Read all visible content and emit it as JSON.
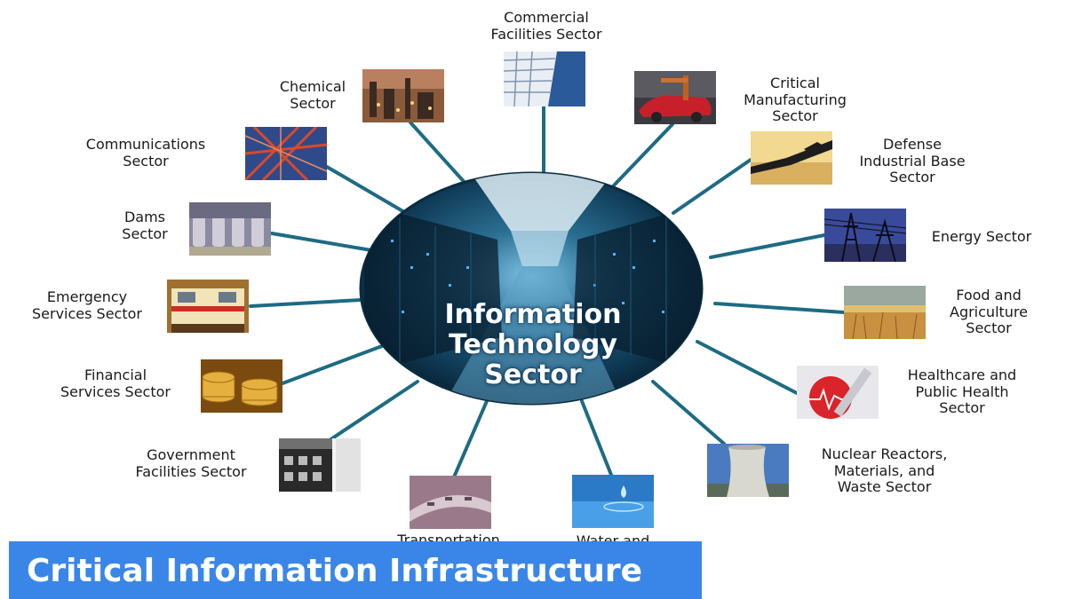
{
  "hub": {
    "label": "Information\nTechnology\nSector"
  },
  "sectors": {
    "commercial": "Commercial\nFacilities Sector",
    "chemical": "Chemical\nSector",
    "manufacturing": "Critical\nManufacturing\nSector",
    "communications": "Communications\nSector",
    "defense": "Defense\nIndustrial Base\nSector",
    "dams": "Dams\nSector",
    "energy": "Energy Sector",
    "emergency": "Emergency\nServices Sector",
    "food": "Food and\nAgriculture\nSector",
    "financial": "Financial\nServices Sector",
    "healthcare": "Healthcare and\nPublic Health\nSector",
    "government": "Government\nFacilities Sector",
    "nuclear": "Nuclear Reactors,\nMaterials, and\nWaste Sector",
    "transportation": "Transportation",
    "water": "Water and"
  },
  "banner": {
    "title": "Critical Information Infrastructure"
  },
  "colors": {
    "connector": "#1d6b84",
    "banner": "#3a86e8",
    "hub": "#0f3a55"
  }
}
